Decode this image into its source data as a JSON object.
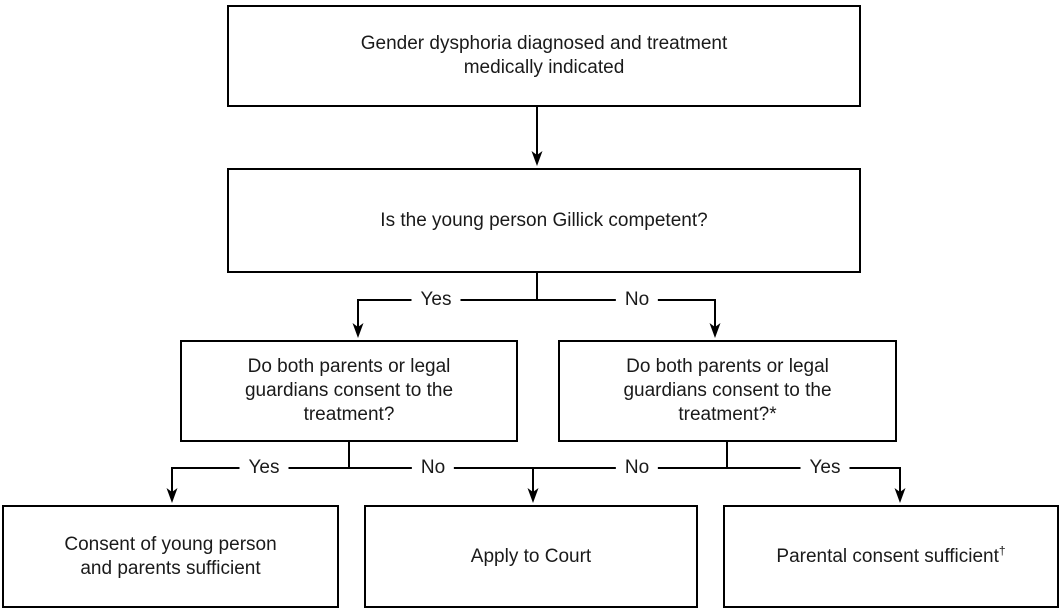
{
  "diagram": {
    "type": "flowchart",
    "nodes": {
      "start": {
        "lines": [
          "Gender dysphoria diagnosed and treatment",
          "medically indicated"
        ]
      },
      "gillick": {
        "lines": [
          "Is the young person Gillick competent?"
        ]
      },
      "consent_left": {
        "lines": [
          "Do both parents or legal",
          "guardians consent to the",
          "treatment?"
        ]
      },
      "consent_right": {
        "lines": [
          "Do both parents or legal",
          "guardians consent to the",
          "treatment?*"
        ]
      },
      "outcome_both": {
        "lines": [
          "Consent of young person",
          "and parents sufficient"
        ]
      },
      "outcome_court": {
        "lines": [
          "Apply to Court"
        ]
      },
      "outcome_parental": {
        "lines": [
          "Parental consent sufficient"
        ],
        "superscript": "†"
      }
    },
    "edge_labels": {
      "gillick_yes": "Yes",
      "gillick_no": "No",
      "left_yes": "Yes",
      "left_no": "No",
      "right_no": "No",
      "right_yes": "Yes"
    },
    "colors": {
      "line": "#000000",
      "text": "#1a1a1a",
      "node_border": "#000000",
      "background": "#ffffff"
    }
  }
}
